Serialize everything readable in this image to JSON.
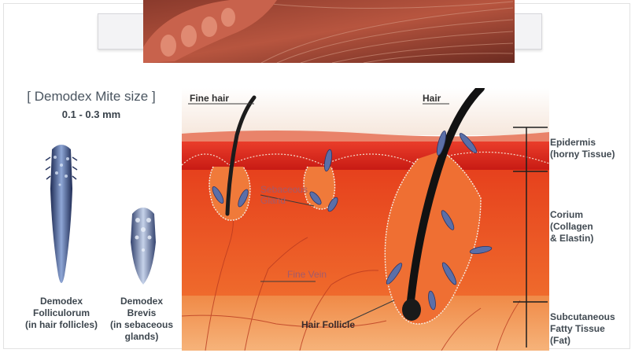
{
  "size": {
    "title": "[ Demodex Mite size ]",
    "range": "0.1 - 0.3 mm"
  },
  "mites": [
    {
      "caption_lines": [
        "Demodex",
        "Folliculorum",
        "(in hair follicles)"
      ]
    },
    {
      "caption_lines": [
        "Demodex",
        "Brevis",
        "(in sebaceous",
        "glands)"
      ]
    }
  ],
  "diagram": {
    "labels": {
      "fine_hair": "Fine hair",
      "hair": "Hair",
      "sebaceous_gland": "Sebaceous Gland",
      "fine_vein": "Fine Vein",
      "hair_follicle": "Hair Follicle"
    },
    "layers": [
      {
        "lines": [
          "Epidermis",
          "(horny Tissue)"
        ]
      },
      {
        "lines": [
          "Corium",
          "(Collagen",
          "& Elastin)"
        ]
      },
      {
        "lines": [
          "Subcutaneous",
          "Fatty Tissue",
          "(Fat)"
        ]
      }
    ]
  },
  "colors": {
    "skin_top": "#f3c9a8",
    "epidermis": "#d9261c",
    "corium": "#e8461f",
    "fat": "#f19a57",
    "mite_blue": "#5b6fa8",
    "follicle_outline": "#f5f0e8"
  }
}
